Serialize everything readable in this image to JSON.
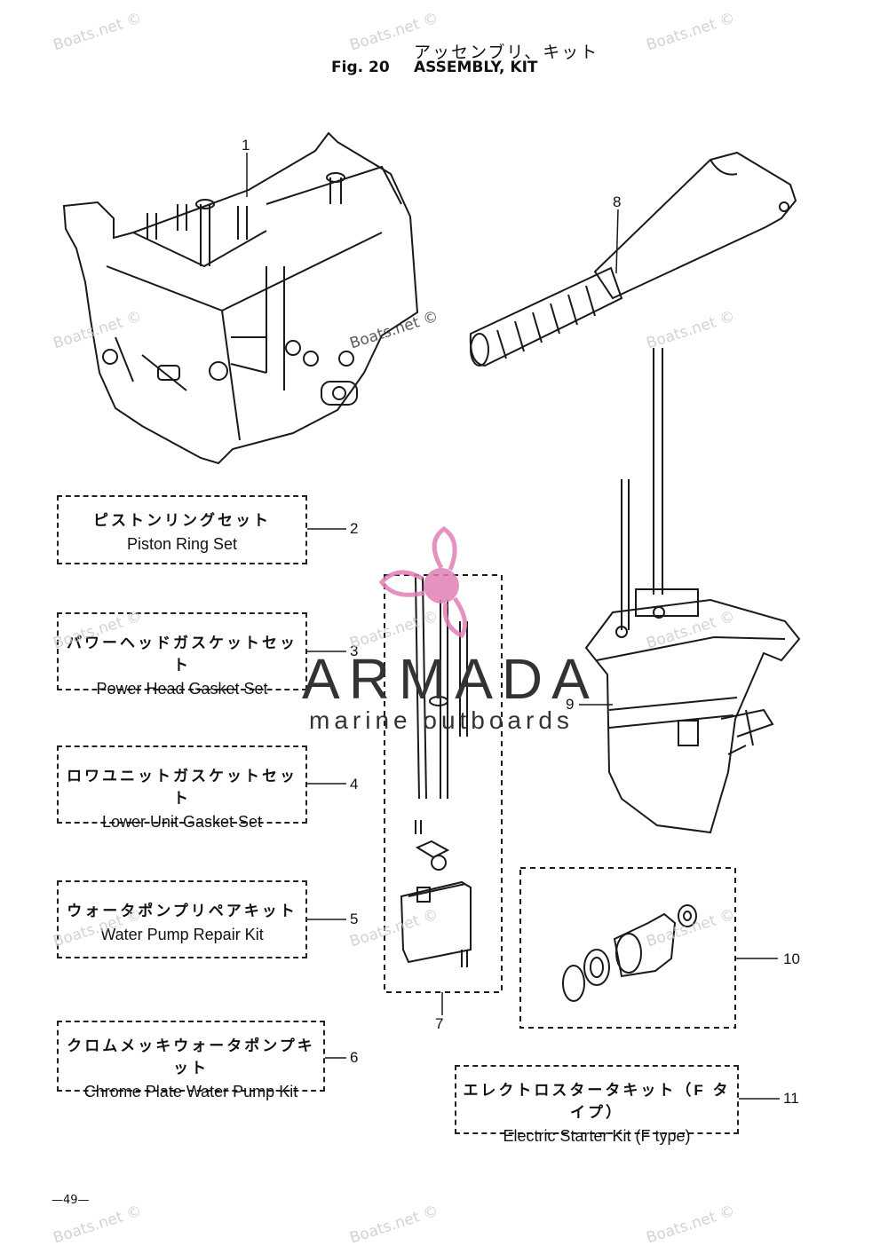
{
  "header": {
    "title_jp": "アッセンブリ、キット",
    "fig_label": "Fig. 20",
    "title_en": "ASSEMBLY, KIT"
  },
  "parts": [
    {
      "number": "1"
    },
    {
      "number": "2",
      "jp": "ピストンリングセット",
      "en": "Piston Ring Set"
    },
    {
      "number": "3",
      "jp": "パワーヘッドガスケットセット",
      "en": "Power Head Gasket Set"
    },
    {
      "number": "4",
      "jp": "ロワユニットガスケットセット",
      "en": "Lower Unit Gasket Set"
    },
    {
      "number": "5",
      "jp": "ウォータポンプリペアキット",
      "en": "Water Pump Repair Kit"
    },
    {
      "number": "6",
      "jp": "クロムメッキウォータポンプキット",
      "en": "Chrome Plate Water  Pump Kit"
    },
    {
      "number": "7"
    },
    {
      "number": "8"
    },
    {
      "number": "9"
    },
    {
      "number": "10"
    },
    {
      "number": "11",
      "jp": "エレクトロスタータキット（F タイプ）",
      "en": "Electric Starter Kit (F type)"
    }
  ],
  "watermark": {
    "text": "Boats.net ©",
    "logo_name": "ARMADA",
    "logo_sub": "marine outboards",
    "logo_color": "#e27fb7"
  },
  "footer": {
    "page": "—49—"
  }
}
